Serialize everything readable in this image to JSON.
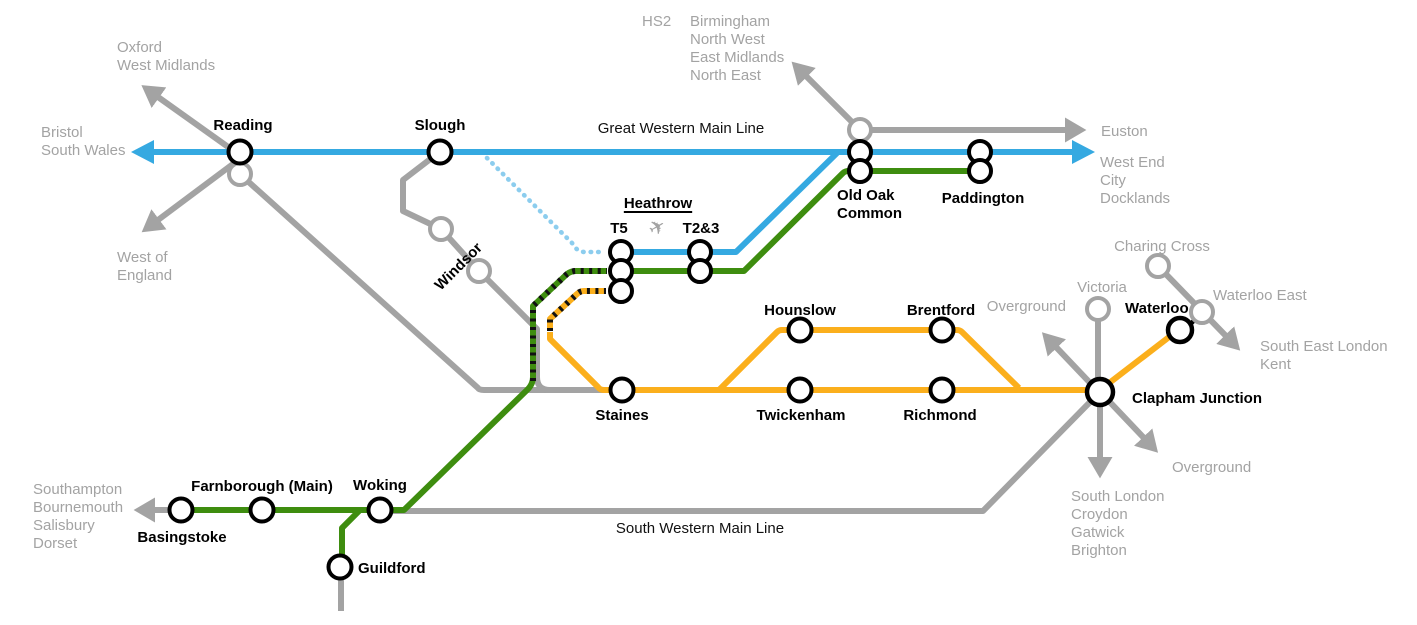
{
  "colors": {
    "great_western_blue": "#35A9E1",
    "proposed_western_link_blue": "#8CCDEE",
    "southern_link_green": "#3E8D0F",
    "staines_branch_orange": "#FBAF1C",
    "other_rail_gray": "#A3A3A3",
    "station_ring_black": "#000000"
  },
  "line_labels": {
    "great_western_main_line": "Great Western Main Line",
    "south_western_main_line": "South Western Main Line",
    "hs2": "HS2"
  },
  "area_labels": {
    "heathrow": "Heathrow"
  },
  "stations": {
    "reading": "Reading",
    "slough": "Slough",
    "windsor": "Windsor",
    "t5": "T5",
    "t2_3": "T2&3",
    "old_oak_common": [
      "Old Oak",
      "Common"
    ],
    "paddington": "Paddington",
    "hounslow": "Hounslow",
    "brentford": "Brentford",
    "twickenham": "Twickenham",
    "richmond": "Richmond",
    "staines": "Staines",
    "clapham_junction": "Clapham Junction",
    "waterloo": "Waterloo",
    "basingstoke": "Basingstoke",
    "farnborough_main": "Farnborough (Main)",
    "woking": "Woking",
    "guildford": "Guildford"
  },
  "destinations": {
    "oxford_west_midlands": [
      "Oxford",
      "West Midlands"
    ],
    "bristol_south_wales": [
      "Bristol",
      "South Wales"
    ],
    "west_of_england": [
      "West of",
      "England"
    ],
    "hs2_destinations": [
      "Birmingham",
      "North West",
      "East Midlands",
      "North East"
    ],
    "euston": "Euston",
    "west_end_city_docklands": [
      "West End",
      "City",
      "Docklands"
    ],
    "victoria": "Victoria",
    "charing_cross": "Charing Cross",
    "waterloo_east": "Waterloo East",
    "south_east_london_kent": [
      "South East London",
      "Kent"
    ],
    "overground_nw": "Overground",
    "overground_se": "Overground",
    "south_london_croydon_gatwick_brighton": [
      "South London",
      "Croydon",
      "Gatwick",
      "Brighton"
    ],
    "southampton_bournemouth_salisbury_dorset": [
      "Southampton",
      "Bournemouth",
      "Salisbury",
      "Dorset"
    ]
  },
  "icons": {
    "airplane": "✈"
  }
}
